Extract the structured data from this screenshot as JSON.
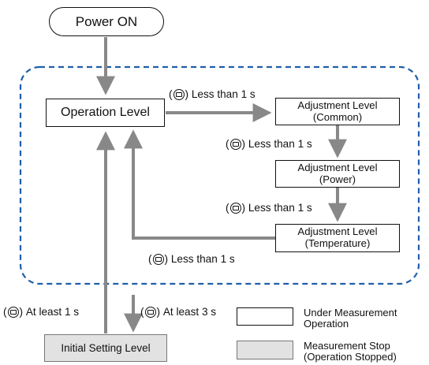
{
  "nodes": {
    "power_on": "Power ON",
    "operation": "Operation Level",
    "adj_common": {
      "line1": "Adjustment Level",
      "line2": "(Common)"
    },
    "adj_power": {
      "line1": "Adjustment Level",
      "line2": "(Power)"
    },
    "adj_temp": {
      "line1": "Adjustment Level",
      "line2": "(Temperature)"
    },
    "initial": "Initial Setting Level"
  },
  "transitions": {
    "op_to_common": "Less than 1 s",
    "common_to_power": "Less than 1 s",
    "power_to_temp": "Less than 1 s",
    "temp_to_op": "Less than 1 s",
    "op_to_initial": "At least 3 s",
    "initial_to_op": "At least 1 s"
  },
  "key_symbol_name": "level-key-icon",
  "legend": {
    "under_measurement": {
      "line1": "Under Measurement",
      "line2": "Operation"
    },
    "measurement_stop": {
      "line1": "Measurement Stop",
      "line2": "(Operation Stopped)"
    }
  },
  "colors": {
    "arrow": "#888888",
    "dashed_border": "#1f5fa8",
    "stop_fill": "#e2e2e2"
  }
}
